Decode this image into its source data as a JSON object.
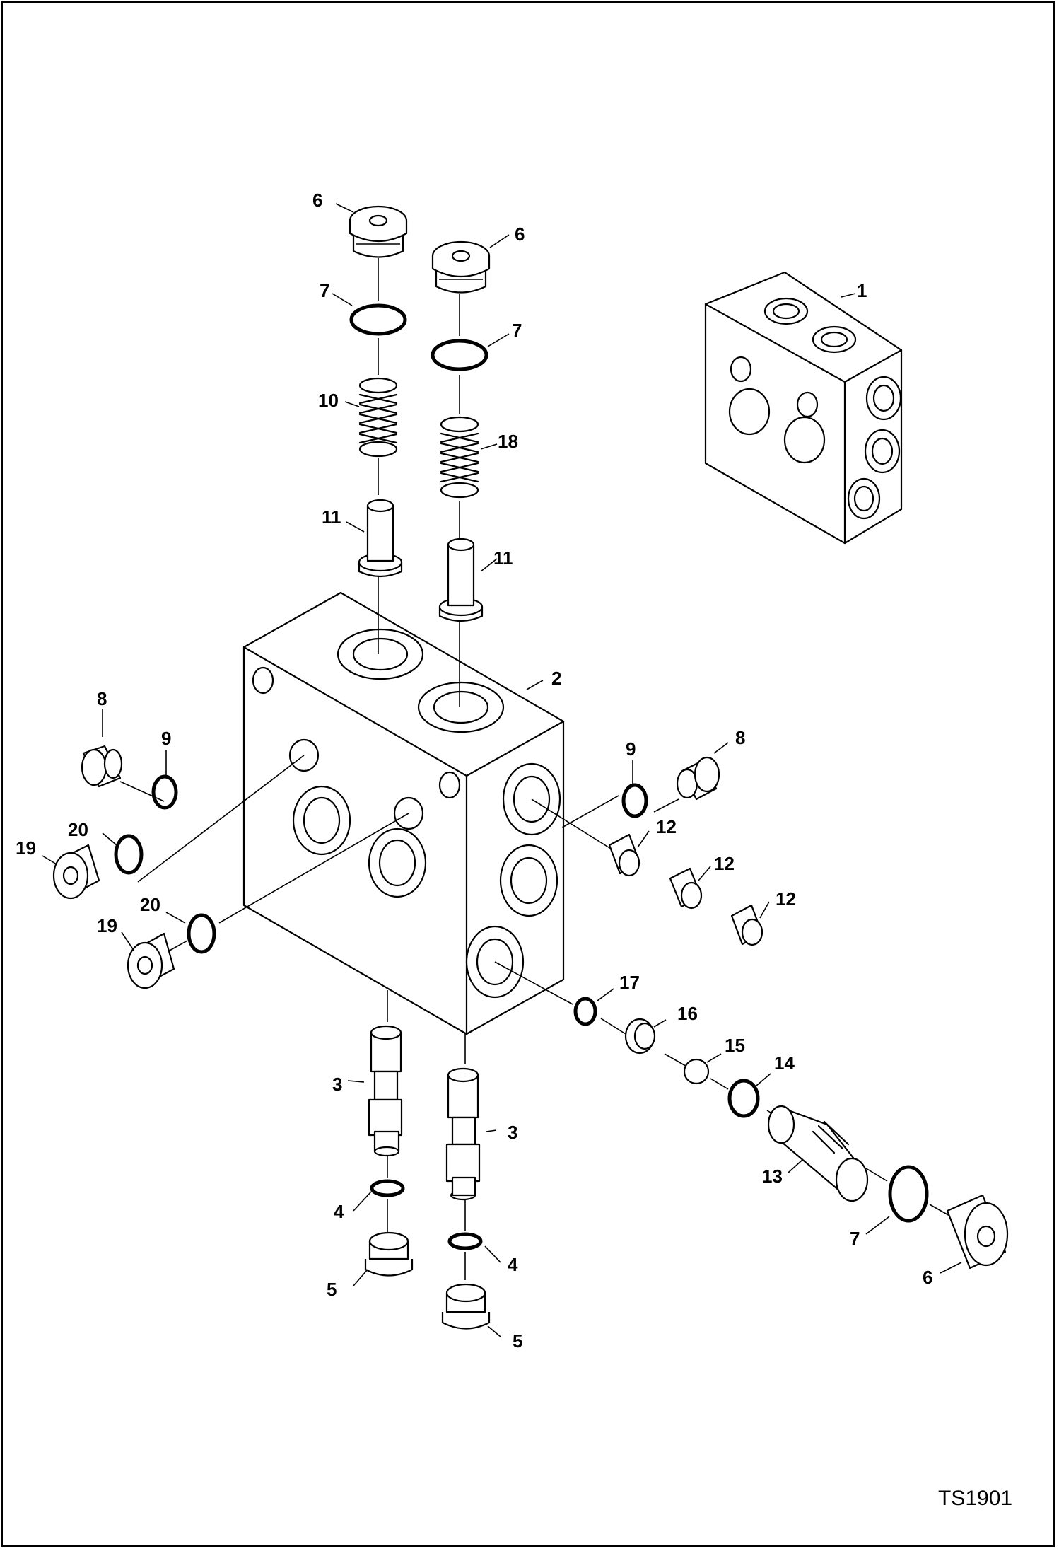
{
  "figure_id": "TS1901",
  "callouts": {
    "c1": "1",
    "c2": "2",
    "c3a": "3",
    "c3b": "3",
    "c4a": "4",
    "c4b": "4",
    "c5a": "5",
    "c5b": "5",
    "c6a": "6",
    "c6b": "6",
    "c6c": "6",
    "c7a": "7",
    "c7b": "7",
    "c7c": "7",
    "c8a": "8",
    "c8b": "8",
    "c9a": "9",
    "c9b": "9",
    "c10": "10",
    "c11a": "11",
    "c11b": "11",
    "c12a": "12",
    "c12b": "12",
    "c12c": "12",
    "c13": "13",
    "c14": "14",
    "c15": "15",
    "c16": "16",
    "c17": "17",
    "c18": "18",
    "c19a": "19",
    "c19b": "19",
    "c20a": "20",
    "c20b": "20"
  }
}
